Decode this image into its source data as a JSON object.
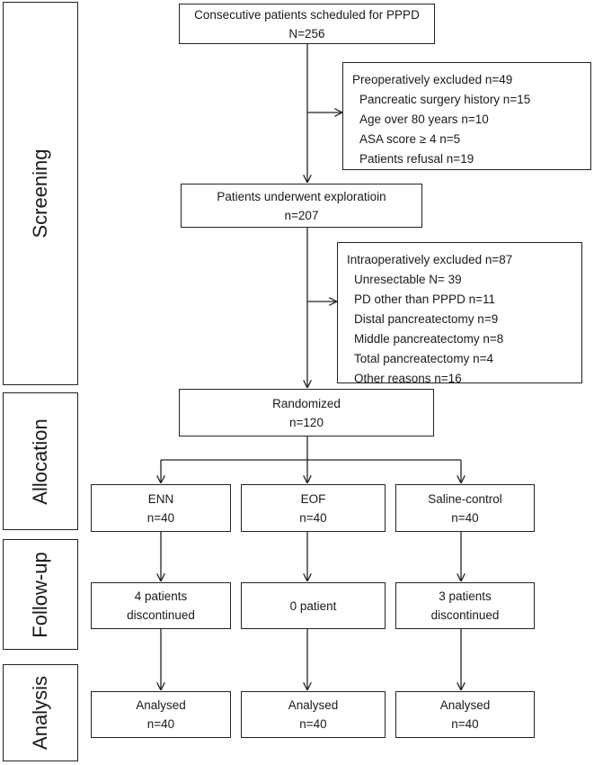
{
  "stages": {
    "screening": "Screening",
    "allocation": "Allocation",
    "followup": "Follow-up",
    "analysis": "Analysis"
  },
  "boxes": {
    "consecutive": {
      "line1": "Consecutive patients scheduled for PPPD",
      "line2": "N=256"
    },
    "preop": {
      "title": "Preoperatively excluded n=49",
      "items": [
        "Pancreatic surgery history n=15",
        "Age over 80 years n=10",
        "ASA score ≥ 4 n=5",
        "Patients refusal n=19"
      ]
    },
    "exploration": {
      "line1": "Patients underwent exploratioin",
      "line2": "n=207"
    },
    "intraop": {
      "title": "Intraoperatively excluded n=87",
      "items": [
        "Unresectable N= 39",
        "PD other than PPPD n=11",
        "Distal pancreatectomy n=9",
        "Middle pancreatectomy n=8",
        "Total pancreatectomy n=4",
        "Other reasons n=16"
      ]
    },
    "randomized": {
      "line1": "Randomized",
      "line2": "n=120"
    },
    "enn": {
      "line1": "ENN",
      "line2": "n=40"
    },
    "eof": {
      "line1": "EOF",
      "line2": "n=40"
    },
    "saline": {
      "line1": "Saline-control",
      "line2": "n=40"
    },
    "enn_follow": {
      "line1": "4 patients",
      "line2": "discontinued"
    },
    "eof_follow": {
      "line1": "0 patient"
    },
    "saline_follow": {
      "line1": "3 patients",
      "line2": "discontinued"
    },
    "enn_analysis": {
      "line1": "Analysed",
      "line2": "n=40"
    },
    "eof_analysis": {
      "line1": "Analysed",
      "line2": "n=40"
    },
    "saline_analysis": {
      "line1": "Analysed",
      "line2": "n=40"
    }
  }
}
